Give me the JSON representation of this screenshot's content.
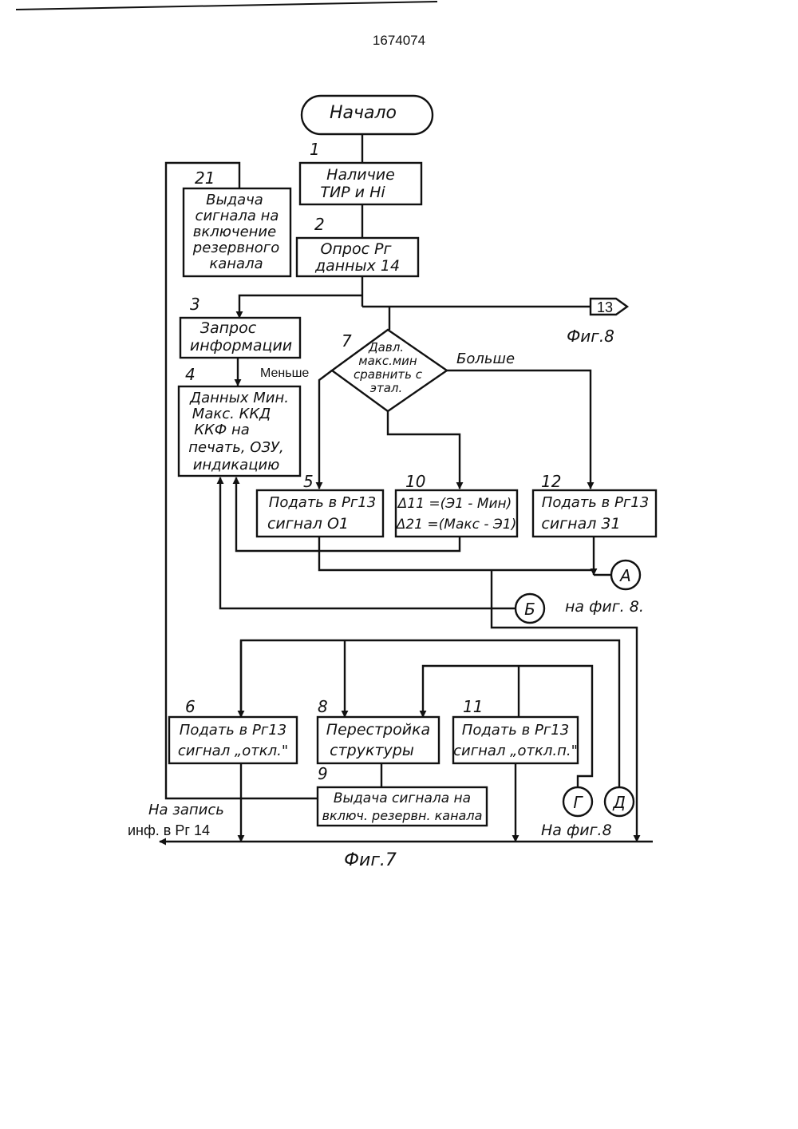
{
  "patent_number": "1674074",
  "figure_caption": "Фиг.7",
  "start": "Начало",
  "blocks": {
    "b1": {
      "num": "1",
      "lines": [
        "Наличие",
        "ТИР и Нi"
      ]
    },
    "b2": {
      "num": "2",
      "lines": [
        "Опрос Рг",
        "данных 14"
      ]
    },
    "b3": {
      "num": "3",
      "lines": [
        "Запрос",
        "информации"
      ]
    },
    "b4": {
      "num": "4",
      "lines": [
        "Данных Мин.",
        "Макс. ККД",
        "ККФ на",
        "печать, ОЗУ,",
        "индикацию"
      ]
    },
    "b5": {
      "num": "5",
      "lines": [
        "Подать в Рг13",
        "сигнал О1"
      ]
    },
    "b6": {
      "num": "6",
      "lines": [
        "Подать в Рг13",
        "сигнал „откл.\""
      ]
    },
    "b7": {
      "num": "7",
      "lines": [
        "Давл.",
        "макс.мин",
        "сравнить с",
        "этал."
      ]
    },
    "b8": {
      "num": "8",
      "lines": [
        "Перестройка",
        "структуры"
      ]
    },
    "b9": {
      "num": "9",
      "lines": [
        "Выдача сигнала на",
        "включ. резервн. канала"
      ]
    },
    "b10": {
      "num": "10",
      "lines": [
        "Δ11 =(Э1 - Мин)",
        "Δ21 =(Макс - Э1)"
      ]
    },
    "b11": {
      "num": "11",
      "lines": [
        "Подать в Рг13",
        "сигнал „откл.п.\""
      ]
    },
    "b12": {
      "num": "12",
      "lines": [
        "Подать в Рг13",
        "сигнал 31"
      ]
    },
    "b21": {
      "num": "21",
      "lines": [
        "Выдача",
        "сигнала на",
        "включение",
        "резервного",
        "канала"
      ]
    }
  },
  "branch_labels": {
    "less": "Меньше",
    "more": "Больше"
  },
  "connectors": {
    "offpage_13": "13",
    "fig8_top": "Фиг.8",
    "A": "А",
    "B": "Б",
    "G": "Г",
    "D": "Д",
    "na_fig8": "на фиг. 8.",
    "na_fig8_bottom": "На фиг.8"
  },
  "output_label": [
    "На запись",
    "инф. в Рг 14"
  ]
}
